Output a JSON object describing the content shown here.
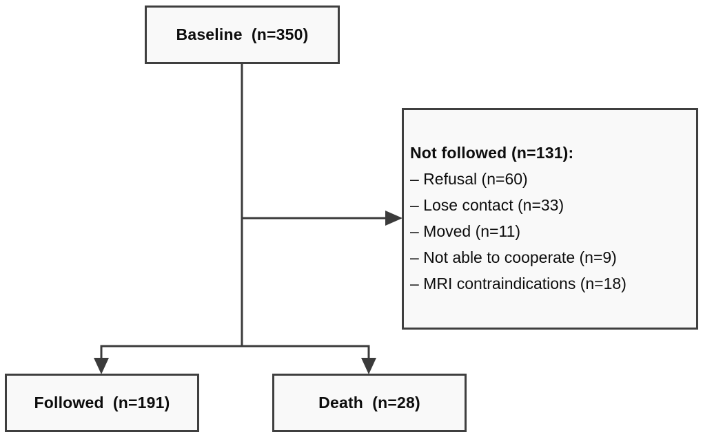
{
  "colors": {
    "line": "#3b3b3b",
    "box_border": "#3f3f3f",
    "box_fill": "#f9f9f9",
    "text": "#0d0d0d",
    "background": "#ffffff"
  },
  "boxes": {
    "baseline": {
      "label": "Baseline  (n=350)"
    },
    "not_followed": {
      "heading": "Not followed (n=131):",
      "items": [
        "– Refusal (n=60)",
        "– Lose contact (n=33)",
        "– Moved (n=11)",
        "– Not able to cooperate (n=9)",
        "– MRI contraindications (n=18)"
      ]
    },
    "followed": {
      "label": "Followed  (n=191)"
    },
    "death": {
      "label": "Death  (n=28)"
    }
  }
}
